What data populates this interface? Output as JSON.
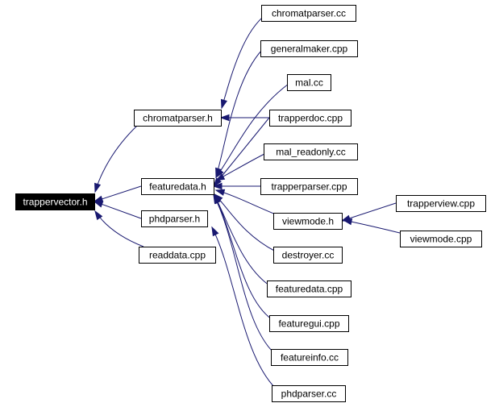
{
  "diagram": {
    "nodes": [
      {
        "id": "trappervector_h",
        "label": "trappervector.h",
        "root": true
      },
      {
        "id": "chromatparser_h",
        "label": "chromatparser.h"
      },
      {
        "id": "featuredata_h",
        "label": "featuredata.h"
      },
      {
        "id": "phdparser_h",
        "label": "phdparser.h"
      },
      {
        "id": "readdata_cpp",
        "label": "readdata.cpp"
      },
      {
        "id": "chromatparser_cc",
        "label": "chromatparser.cc"
      },
      {
        "id": "generalmaker_cpp",
        "label": "generalmaker.cpp"
      },
      {
        "id": "mal_cc",
        "label": "mal.cc"
      },
      {
        "id": "trapperdoc_cpp",
        "label": "trapperdoc.cpp"
      },
      {
        "id": "mal_readonly_cc",
        "label": "mal_readonly.cc"
      },
      {
        "id": "trapperparser_cpp",
        "label": "trapperparser.cpp"
      },
      {
        "id": "viewmode_h",
        "label": "viewmode.h"
      },
      {
        "id": "destroyer_cc",
        "label": "destroyer.cc"
      },
      {
        "id": "featuredata_cpp",
        "label": "featuredata.cpp"
      },
      {
        "id": "featuregui_cpp",
        "label": "featuregui.cpp"
      },
      {
        "id": "featureinfo_cc",
        "label": "featureinfo.cc"
      },
      {
        "id": "phdparser_cc",
        "label": "phdparser.cc"
      },
      {
        "id": "trapperview_cpp",
        "label": "trapperview.cpp"
      },
      {
        "id": "viewmode_cpp",
        "label": "viewmode.cpp"
      }
    ],
    "edges": [
      {
        "from": "chromatparser_h",
        "to": "trappervector_h"
      },
      {
        "from": "featuredata_h",
        "to": "trappervector_h"
      },
      {
        "from": "phdparser_h",
        "to": "trappervector_h"
      },
      {
        "from": "readdata_cpp",
        "to": "trappervector_h"
      },
      {
        "from": "chromatparser_cc",
        "to": "chromatparser_h"
      },
      {
        "from": "trapperdoc_cpp",
        "to": "chromatparser_h"
      },
      {
        "from": "generalmaker_cpp",
        "to": "featuredata_h"
      },
      {
        "from": "mal_cc",
        "to": "featuredata_h"
      },
      {
        "from": "trapperdoc_cpp",
        "to": "featuredata_h"
      },
      {
        "from": "mal_readonly_cc",
        "to": "featuredata_h"
      },
      {
        "from": "trapperparser_cpp",
        "to": "featuredata_h"
      },
      {
        "from": "viewmode_h",
        "to": "featuredata_h"
      },
      {
        "from": "destroyer_cc",
        "to": "featuredata_h"
      },
      {
        "from": "featuredata_cpp",
        "to": "featuredata_h"
      },
      {
        "from": "featuregui_cpp",
        "to": "featuredata_h"
      },
      {
        "from": "featureinfo_cc",
        "to": "featuredata_h"
      },
      {
        "from": "phdparser_cc",
        "to": "phdparser_h"
      },
      {
        "from": "trapperview_cpp",
        "to": "viewmode_h"
      },
      {
        "from": "viewmode_cpp",
        "to": "viewmode_h"
      }
    ]
  }
}
